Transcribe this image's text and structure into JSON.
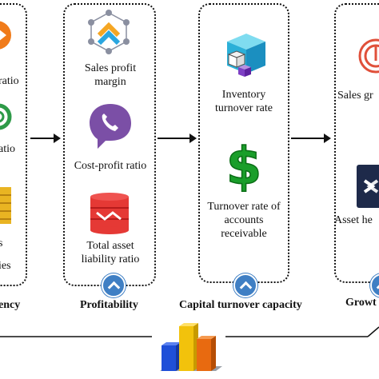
{
  "columns": [
    {
      "id": "solvency",
      "category": "ency",
      "items": [
        {
          "label": "ratio",
          "icon": "orange-arrow-icon"
        },
        {
          "label": "atio",
          "icon": "green-ring-icon"
        },
        {
          "label": "s",
          "icon": "gold-coil-icon"
        },
        {
          "label": "ies",
          "icon": ""
        }
      ]
    },
    {
      "id": "profitability",
      "category": "Profitability",
      "items": [
        {
          "label": "Sales profit\nmargin",
          "icon": "network-arrow-icon"
        },
        {
          "label": "Cost-profit ratio",
          "icon": "phone-bubble-icon"
        },
        {
          "label": "Total asset\nliability ratio",
          "icon": "red-database-icon"
        }
      ]
    },
    {
      "id": "capital-turnover",
      "category": "Capital turnover capacity",
      "items": [
        {
          "label": "Inventory\nturnover rate",
          "icon": "cube-icon"
        },
        {
          "label": "Turnover rate of\naccounts\nreceivable",
          "icon": "dollar-sign-icon"
        }
      ]
    },
    {
      "id": "growth",
      "category": "Growt",
      "items": [
        {
          "label": "Sales gr",
          "icon": "red-ring-icon"
        },
        {
          "label": "Asset he",
          "icon": "dark-square-icon"
        }
      ]
    }
  ],
  "colors": {
    "chevron": "#3f7fc4",
    "bar_blue": "#1f4fd8",
    "bar_yellow": "#f2c20c",
    "bar_orange": "#e86a10"
  }
}
